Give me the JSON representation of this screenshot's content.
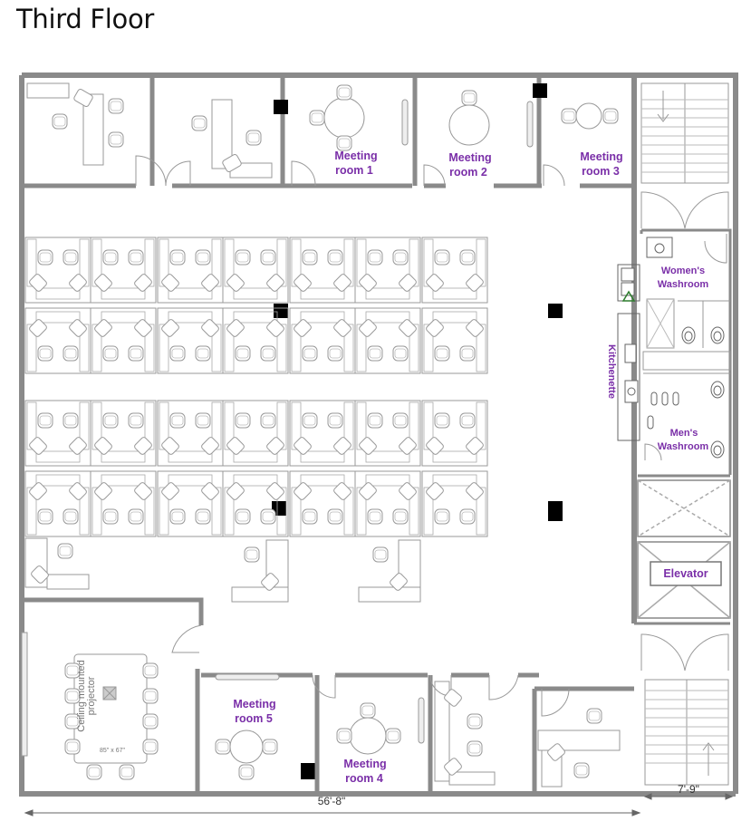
{
  "title": "Third Floor",
  "colors": {
    "label": "#7a2fa8",
    "wall": "#8a8a8a",
    "furniture": "#999999"
  },
  "rooms": {
    "meeting1": [
      "Meeting",
      "room 1"
    ],
    "meeting2": [
      "Meeting",
      "room 2"
    ],
    "meeting3": [
      "Meeting",
      "room 3"
    ],
    "meeting4": [
      "Meeting",
      "room 4"
    ],
    "meeting5": [
      "Meeting",
      "room 5"
    ],
    "womens": [
      "Women's",
      "Washroom"
    ],
    "mens": [
      "Men's",
      "Washroom"
    ],
    "kitchenette": "Kitchenette",
    "elevator": "Elevator"
  },
  "projector": [
    "Ceiling mounted",
    "projector"
  ],
  "table_size": "85\" x 67\"",
  "dimensions": {
    "width": "56'-8\"",
    "stair": "7'-9\""
  }
}
